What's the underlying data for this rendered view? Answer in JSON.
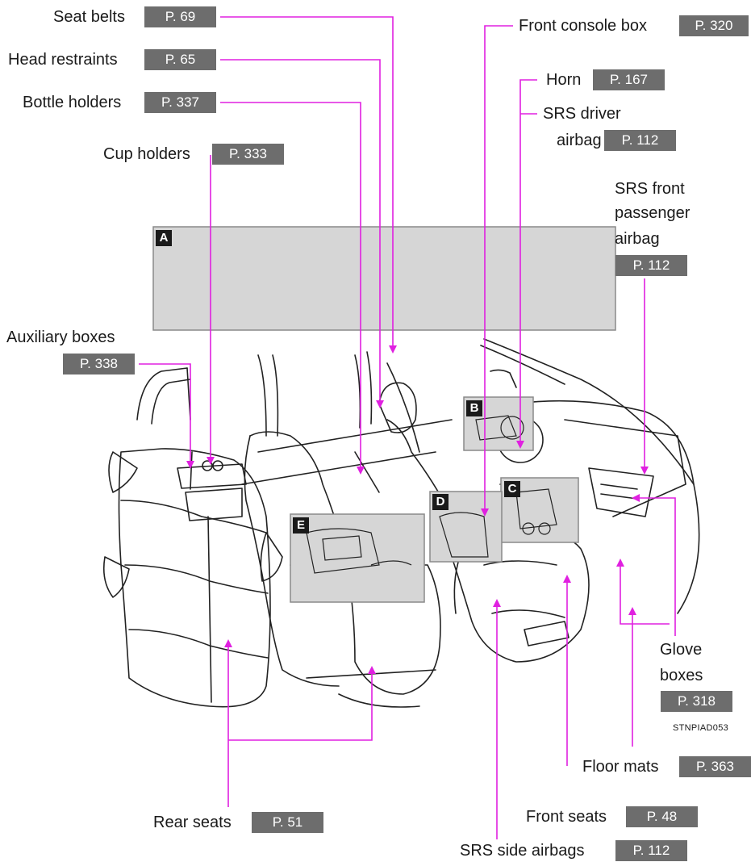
{
  "labels": {
    "seat_belts": "Seat belts",
    "head_restraints": "Head restraints",
    "bottle_holders": "Bottle holders",
    "cup_holders": "Cup holders",
    "auxiliary_boxes": "Auxiliary boxes",
    "front_console_box": "Front console box",
    "horn": "Horn",
    "srs_driver_airbag_line1": "SRS driver",
    "srs_driver_airbag_line2": "airbag",
    "srs_front_passenger_line1": "SRS front",
    "srs_front_passenger_line2": "passenger",
    "srs_front_passenger_line3": "airbag",
    "glove_boxes_line1": "Glove",
    "glove_boxes_line2": "boxes",
    "floor_mats": "Floor mats",
    "front_seats": "Front seats",
    "srs_side_airbags": "SRS side airbags",
    "rear_seats": "Rear seats"
  },
  "pages": {
    "seat_belts": "P. 69",
    "head_restraints": "P. 65",
    "bottle_holders": "P. 337",
    "cup_holders": "P. 333",
    "auxiliary_boxes": "P. 338",
    "front_console_box": "P. 320",
    "horn": "P. 167",
    "srs_driver_airbag": "P. 112",
    "srs_front_passenger_airbag": "P. 112",
    "glove_boxes": "P. 318",
    "floor_mats": "P. 363",
    "front_seats": "P. 48",
    "srs_side_airbags": "P. 112",
    "rear_seats": "P. 51"
  },
  "badges": {
    "a": "A",
    "b": "B",
    "c": "C",
    "d": "D",
    "e": "E"
  },
  "figure_code": "STNPIAD053",
  "colors": {
    "leader": "#e020e0",
    "page_box": "#6d6d6d",
    "panel": "#d6d6d6"
  }
}
